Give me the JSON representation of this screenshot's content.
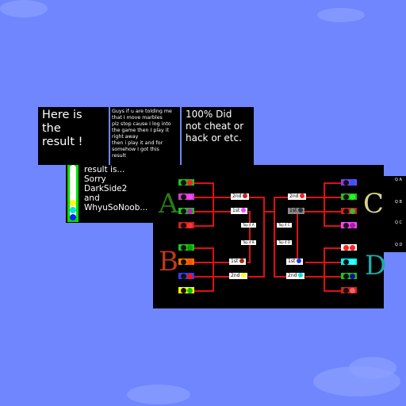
{
  "captions": {
    "result_intro": "Here is\nthe\nresult !",
    "message": "Guys if u are tolding me\nthat I move marbles\nplz stop cause I log into\nthe game then I play it\nright away\nthen i play it and for\nsomehow I got this\nresult",
    "no_cheat": "100% Did\nnot cheat or\nhack or etc.",
    "apology": "result is...\nSorry\nDarkSide2\nand\nWhyuSoNoob..."
  },
  "groups": [
    {
      "letter": "A",
      "color": "#2a7a18",
      "marbles": [
        "#22c022|#ff2020",
        "#d040d0|#ff40ff",
        "#22c022|#c020c0",
        "#d02020|#ff3030"
      ]
    },
    {
      "letter": "B",
      "color": "#c03818",
      "marbles": [
        "#22c022|#00a000",
        "#ff7000|#ff5000",
        "#3040ff|#ff1010",
        "#ffff00|#00c000"
      ]
    },
    {
      "letter": "C",
      "color": "#d8d088",
      "marbles": [
        "#8040ff|#2060ff",
        "#22c022|#20ff20",
        "#d02020|#30c030",
        "#ff40ff|#a020a0"
      ]
    },
    {
      "letter": "D",
      "color": "#20a8a8",
      "marbles": [
        "#ffffff|#ff2020",
        "#00ffff|#40ffff",
        "#22c022|#1010a0",
        "#d02020|#ff6060"
      ]
    }
  ],
  "bracket": {
    "left_top": [
      {
        "place": "2nd",
        "color": "#d02020"
      },
      {
        "place": "1st",
        "color": "#ff40ff"
      }
    ],
    "left_bottom": [
      {
        "place": "1st",
        "color": "#a03010"
      },
      {
        "place": "2nd",
        "color": "#ffff00"
      }
    ],
    "right_top": [
      {
        "place": "2nd",
        "color": "#ff2020"
      },
      {
        "place": "1st",
        "color": "#303030"
      }
    ],
    "right_bottom": [
      {
        "place": "1st",
        "color": "#2030ff"
      },
      {
        "place": "2nd",
        "color": "#00e0e0"
      }
    ],
    "mid_left": [
      "Top 4 A",
      "Top 4 B"
    ],
    "mid_right": [
      "Top 4 C",
      "Top 4 D"
    ]
  },
  "side_labels": [
    "Q A",
    "Q B",
    "Q C",
    "Q D"
  ]
}
